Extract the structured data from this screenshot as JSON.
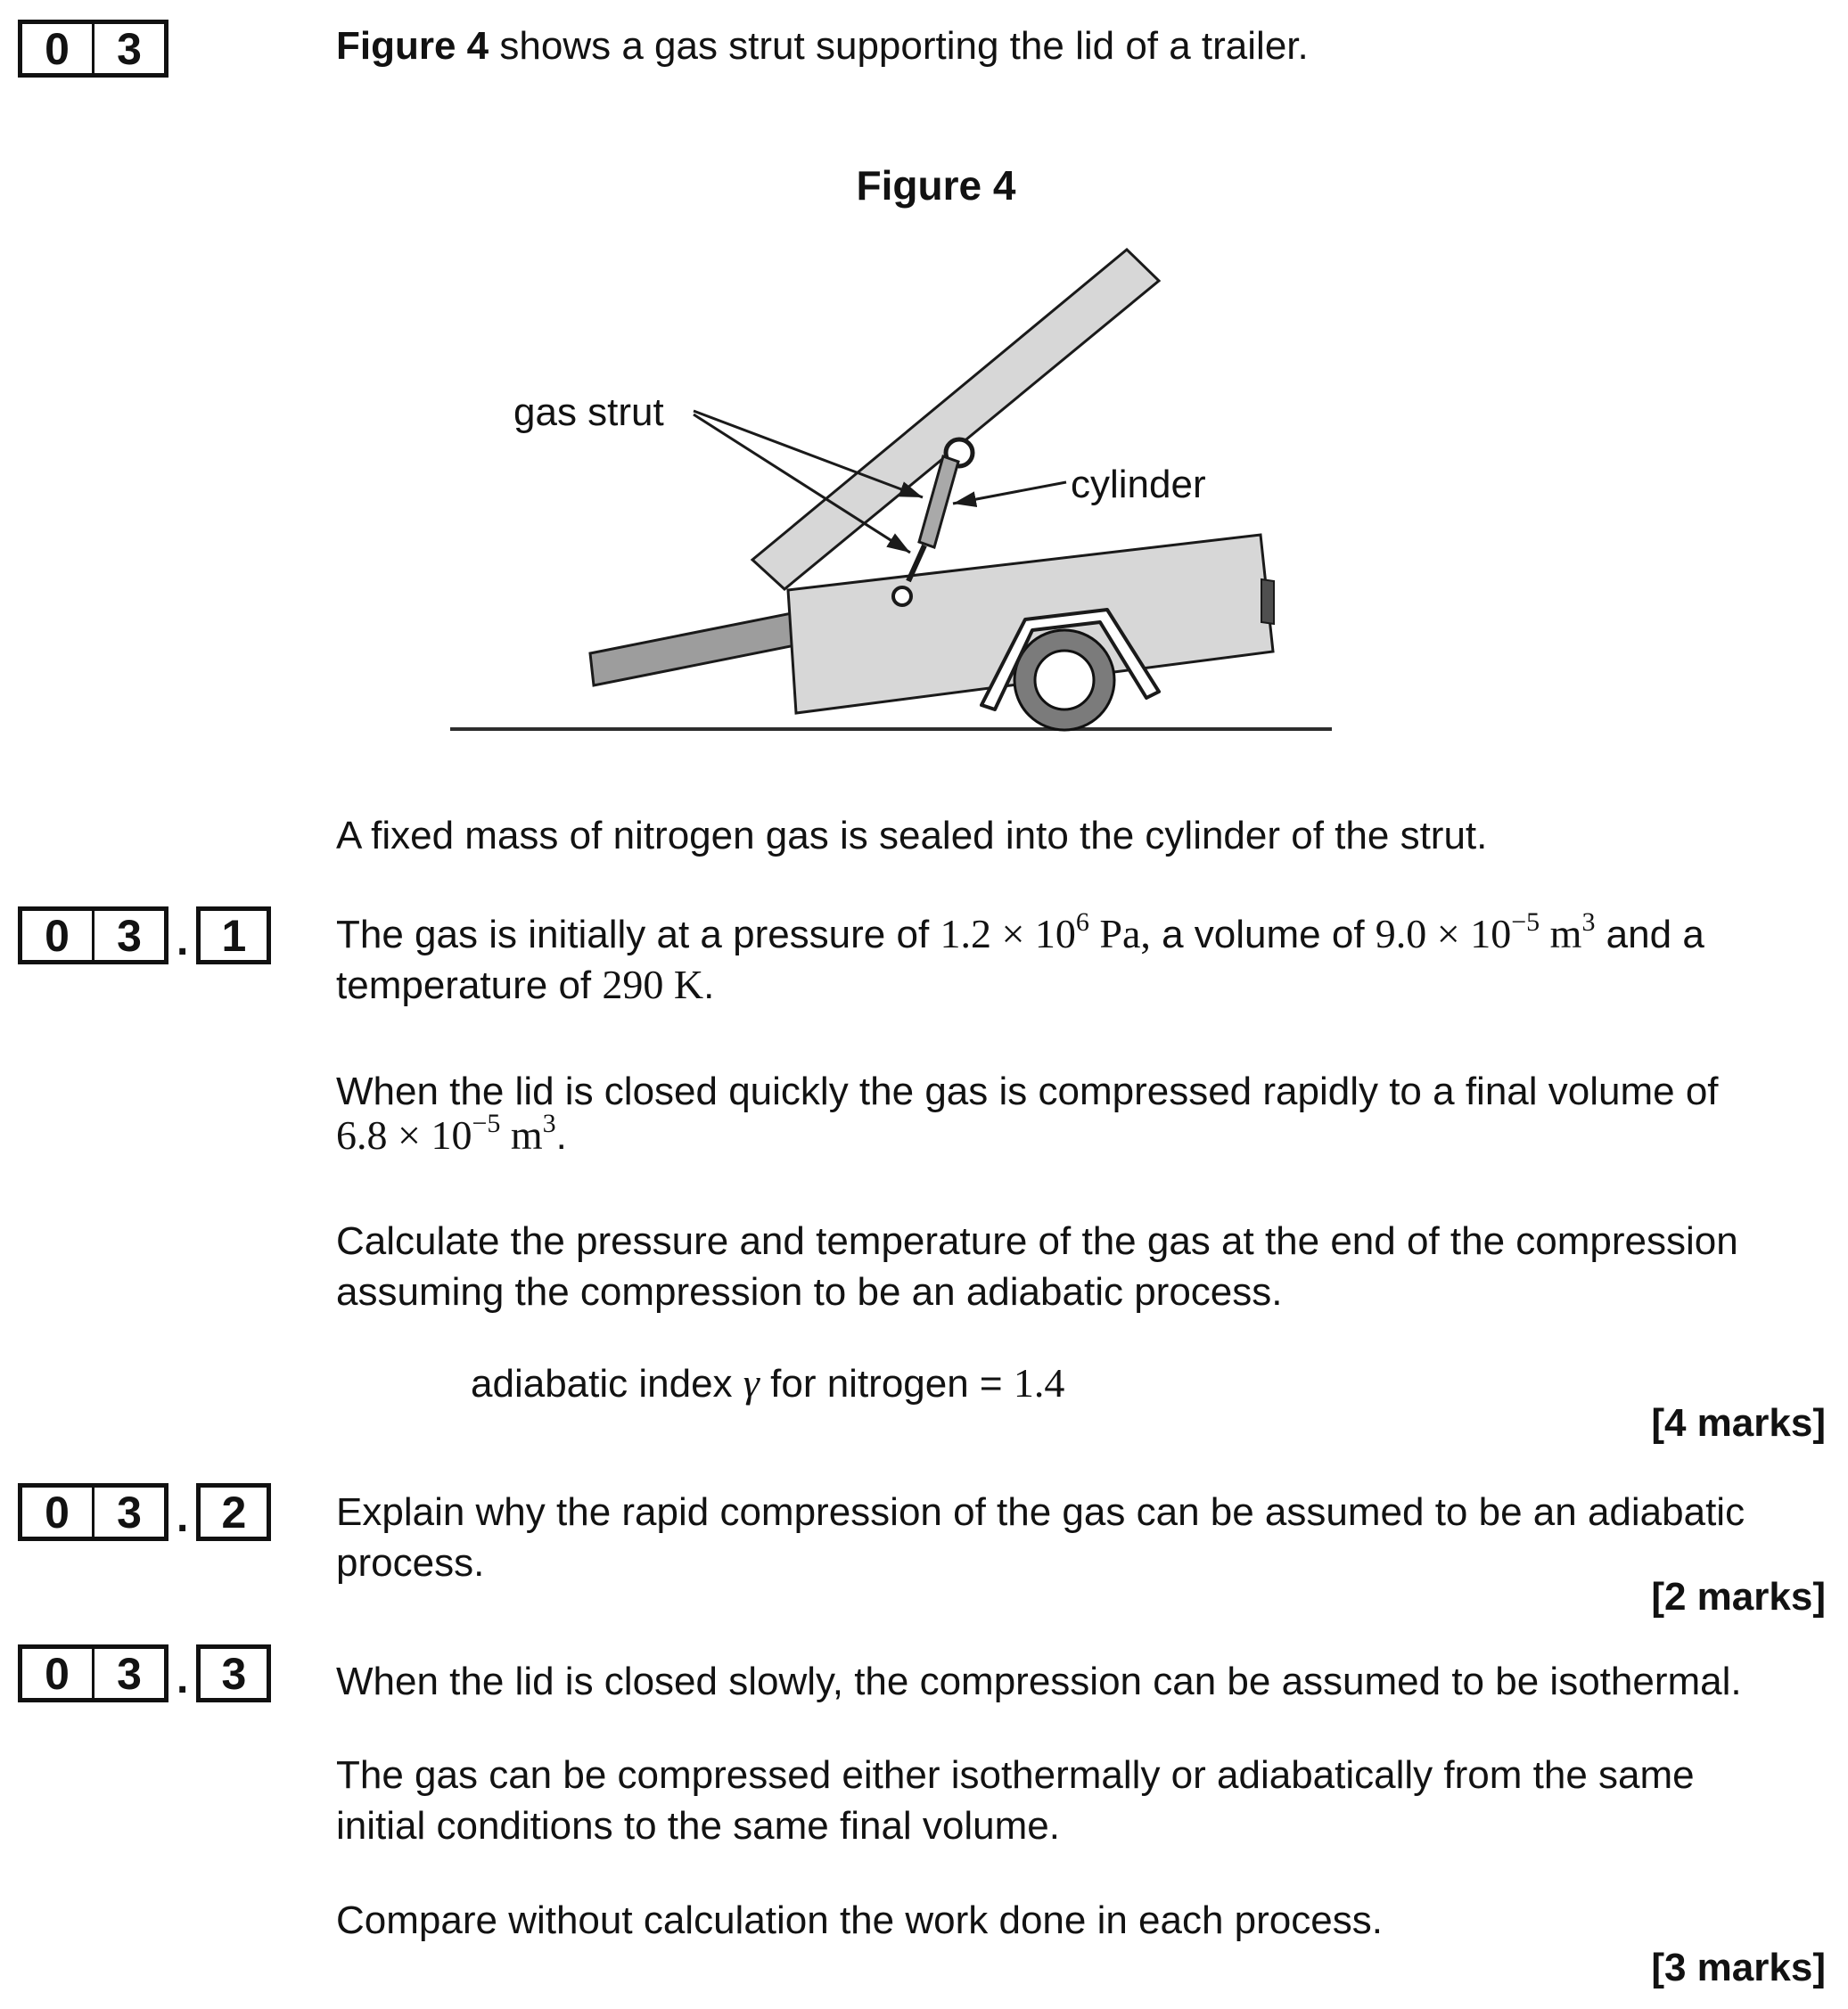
{
  "colors": {
    "panel_gray": "#d7d7d7",
    "cylinder_gray": "#a9a9a9",
    "towbar_gray": "#9d9d9d",
    "wheel_gray": "#7b7b7b",
    "outline": "#1a1a1a"
  },
  "q03": {
    "digits": [
      "0",
      "3"
    ]
  },
  "intro": {
    "bold": "Figure 4",
    "rest": " shows a gas strut supporting the lid of a trailer."
  },
  "figure": {
    "title": "Figure 4",
    "labels": {
      "gas_strut": "gas strut",
      "cylinder": "cylinder"
    }
  },
  "para_fixed_mass": "A fixed mass of nitrogen gas is sealed into the cylinder of the strut.",
  "q031": {
    "digits": [
      "0",
      "3"
    ],
    "dot": ".",
    "sub": "1",
    "line1": {
      "a": "The gas is initially at a pressure of ",
      "b": "1.2 × 10",
      "b_sup": "6",
      "c": " Pa,",
      "d": " a volume of ",
      "e": "9.0 × 10",
      "e_sup": "−5",
      "f": " m",
      "f_sup": "3",
      "g": " and a"
    },
    "line2": {
      "a": "temperature of ",
      "b": "290 K",
      "c": "."
    },
    "line3": "When the lid is closed quickly the gas is compressed rapidly to a final volume of",
    "line4": {
      "a": "6.8 × 10",
      "a_sup": "−5",
      "b": " m",
      "b_sup": "3",
      "c": "."
    },
    "line5": "Calculate the pressure and temperature of the gas at the end of the compression",
    "line6": "assuming the compression to be an adiabatic process.",
    "line7": {
      "a": "adiabatic index ",
      "b": "γ",
      "c": " for nitrogen = ",
      "d": "1.4"
    },
    "marks": "[4 marks]"
  },
  "q032": {
    "digits": [
      "0",
      "3"
    ],
    "dot": ".",
    "sub": "2",
    "line1": "Explain why the rapid compression of the gas can be assumed to be an adiabatic",
    "line2": "process.",
    "marks": "[2 marks]"
  },
  "q033": {
    "digits": [
      "0",
      "3"
    ],
    "dot": ".",
    "sub": "3",
    "line1": "When the lid is closed slowly, the compression can be assumed to be isothermal.",
    "line2": "The gas can be compressed either isothermally or adiabatically from the same",
    "line3": "initial conditions to the same final volume.",
    "line4": "Compare without calculation the work done in each process.",
    "marks": "[3 marks]"
  }
}
